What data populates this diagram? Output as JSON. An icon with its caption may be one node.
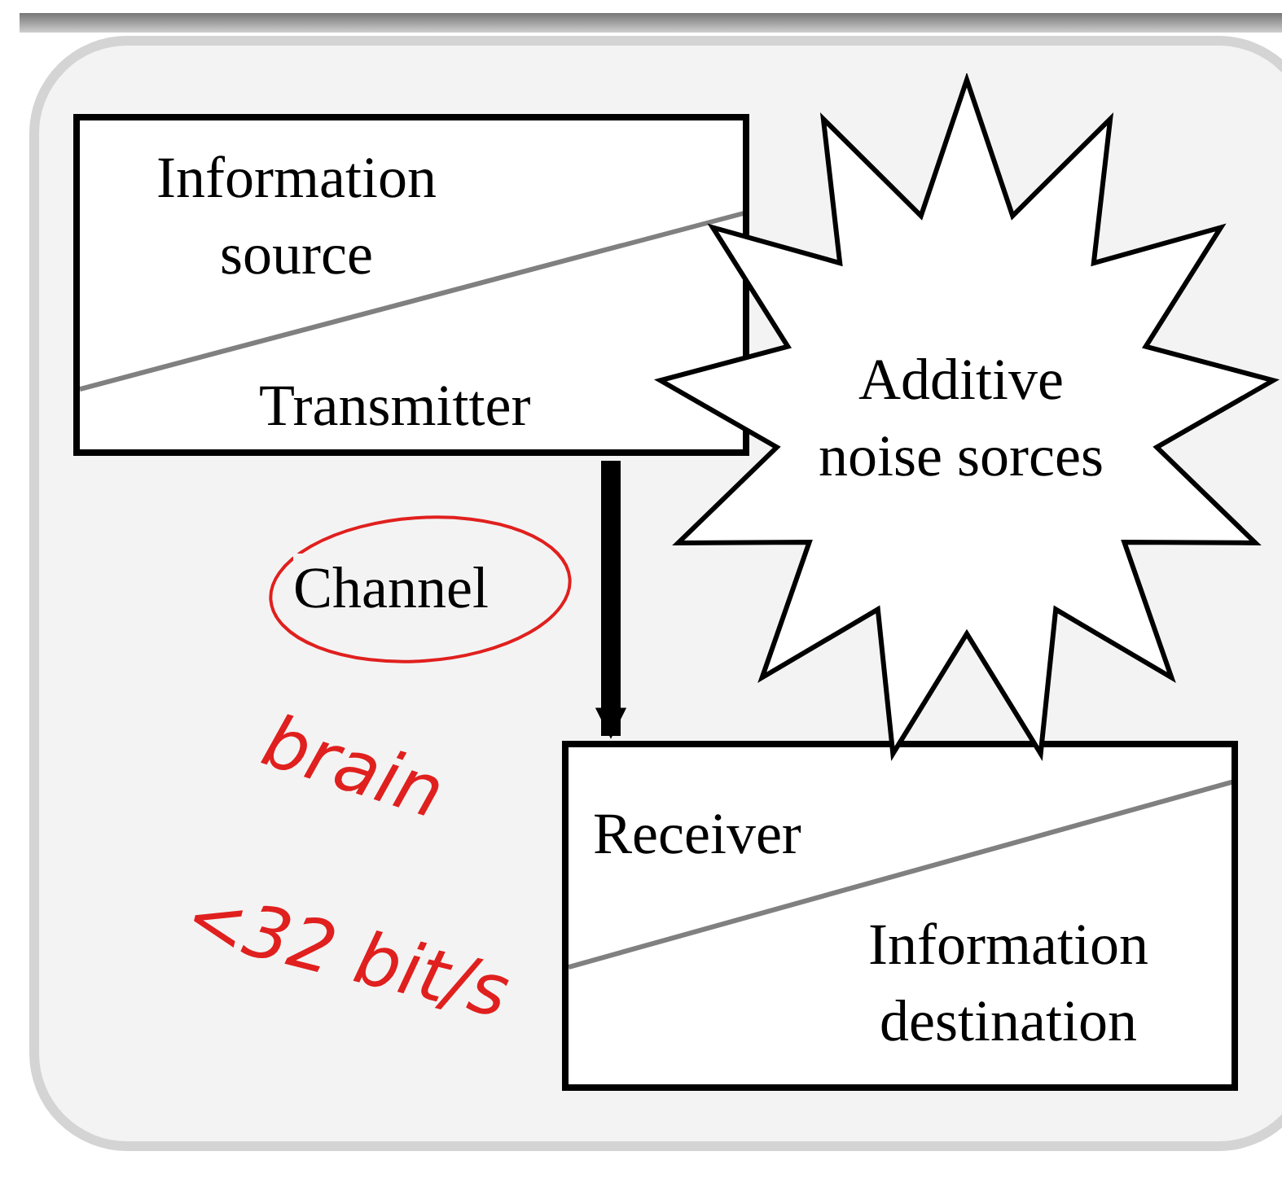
{
  "diagram": {
    "nodes": [
      {
        "text": [
          "Information source",
          "Transmitter"
        ]
      },
      {
        "text": [
          "Additive noise sorces"
        ]
      },
      {
        "text": [
          "Receiver",
          "Information destination"
        ]
      }
    ],
    "edges": [
      {
        "from": 0,
        "to": 2,
        "arrow": "to",
        "label": "Channel"
      }
    ],
    "labels": [
      "brain",
      "<32 bit/s"
    ]
  }
}
